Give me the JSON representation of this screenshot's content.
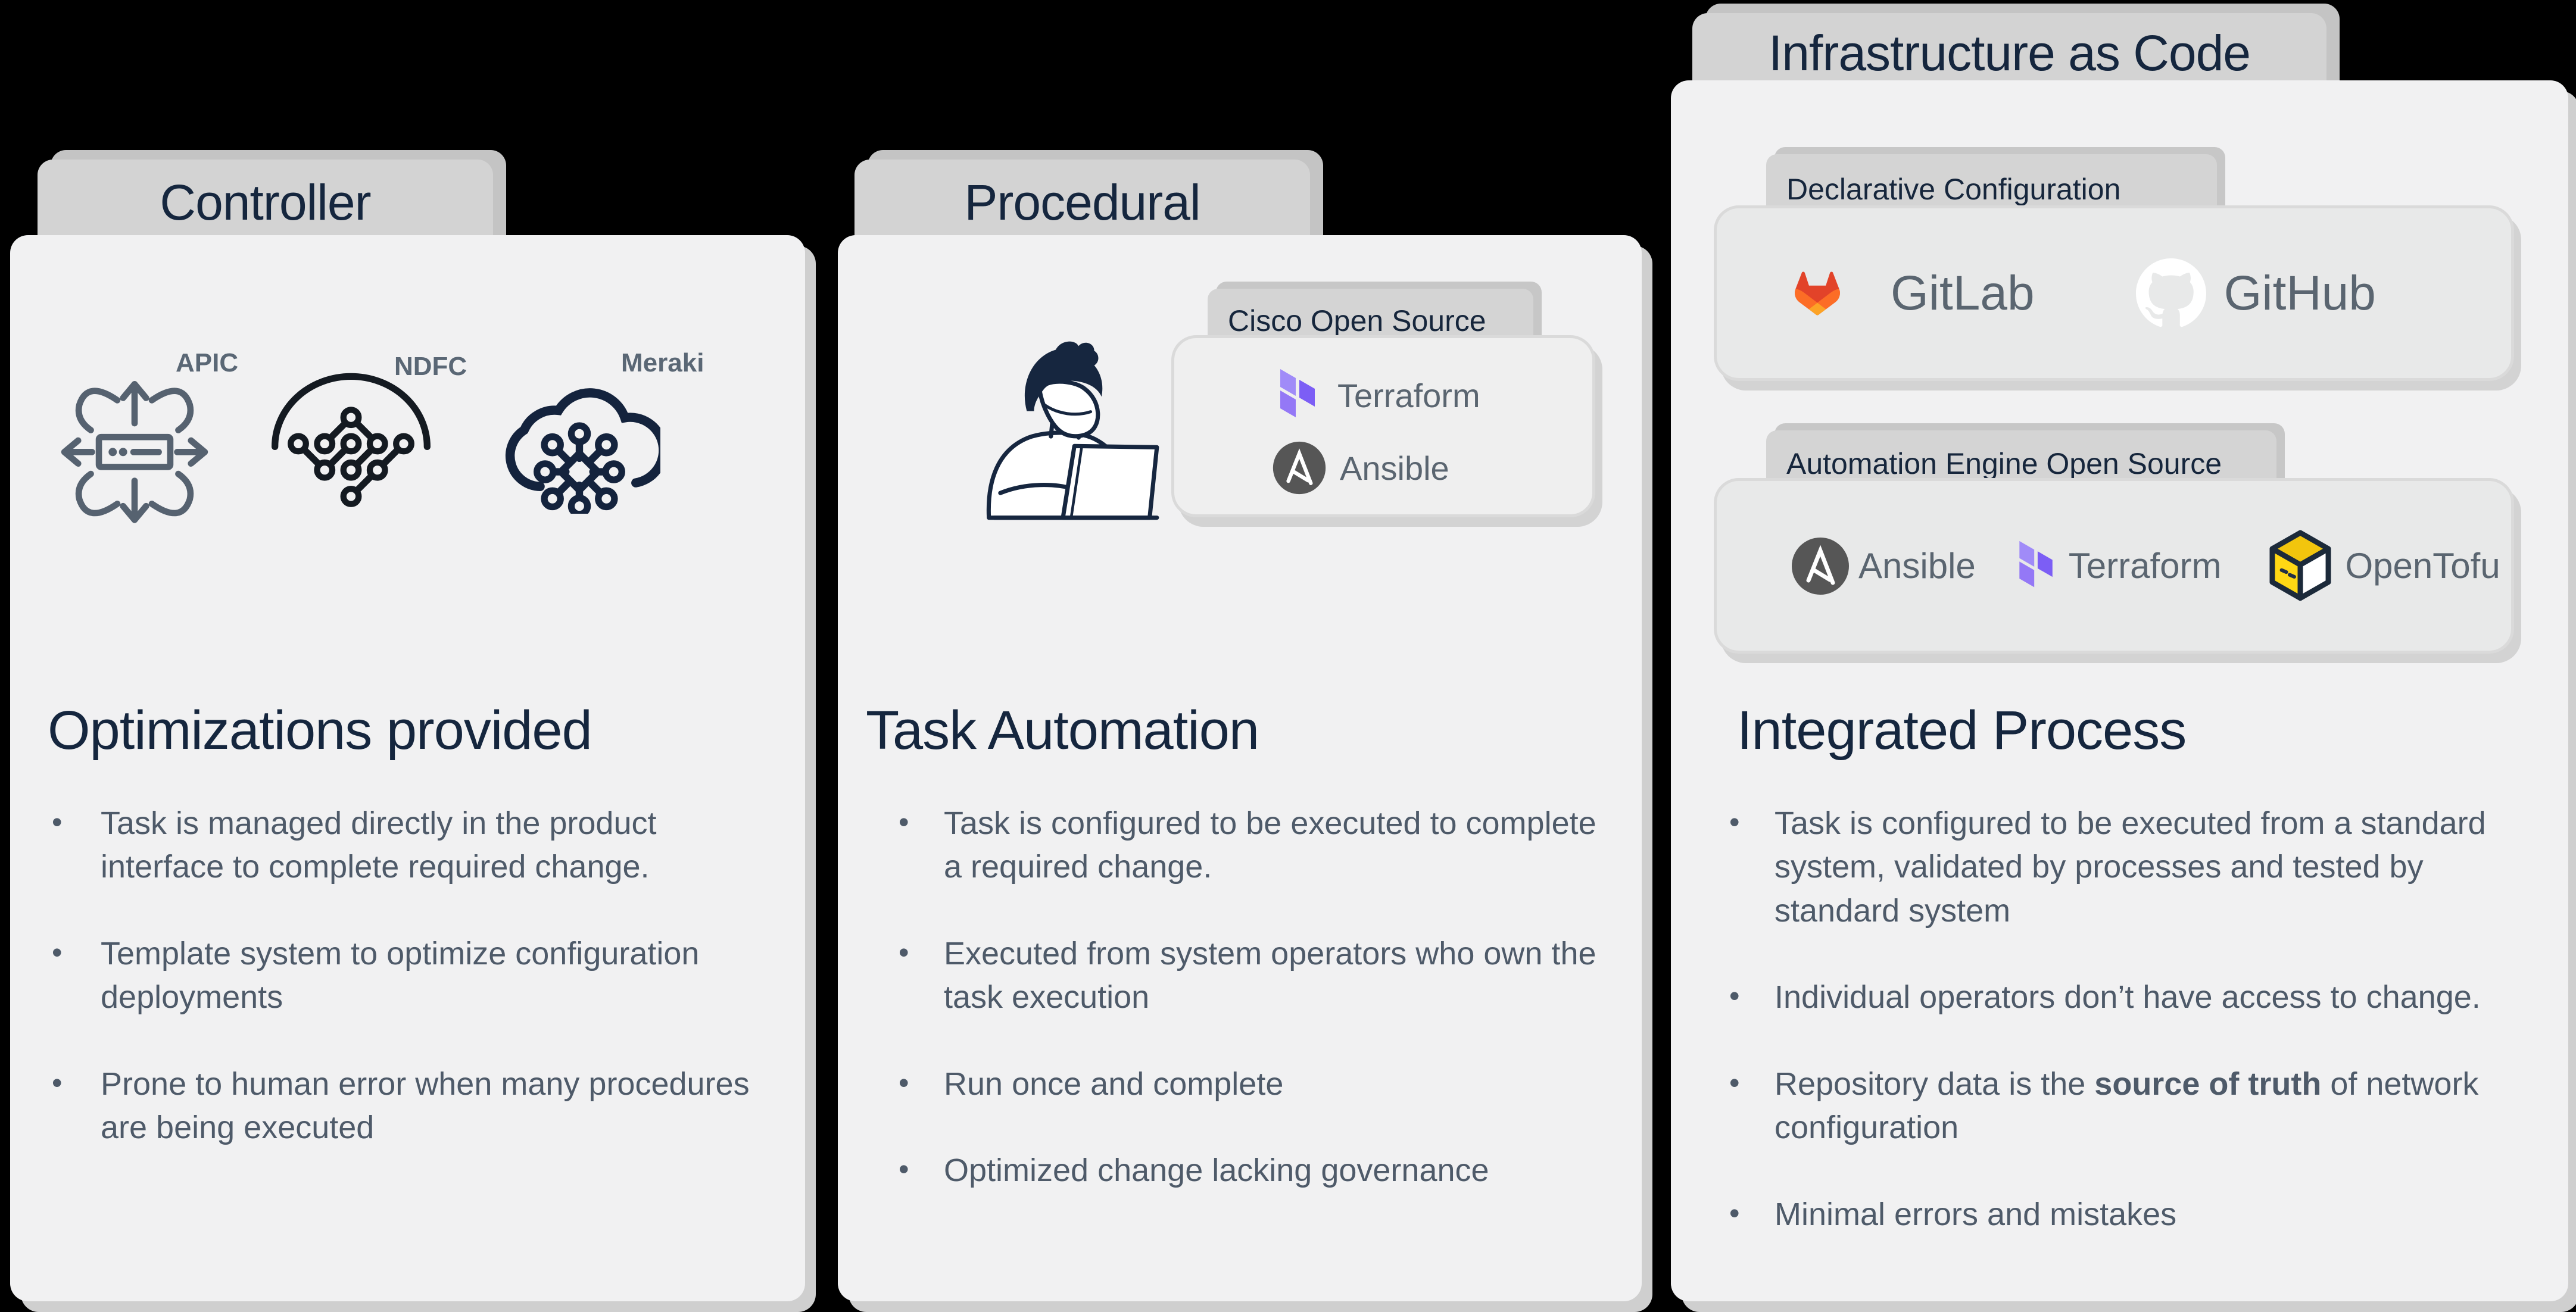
{
  "colors": {
    "background": "#000000",
    "tab_gray": "#d3d3d3",
    "panel_gray": "#f1f1f2",
    "heading_navy": "#15263e",
    "bullet_gray": "#4e5a69",
    "gitlab_red": "#e24329",
    "gitlab_orange": "#fc6d26",
    "gitlab_yellow": "#fca326",
    "terraform_purple_light": "#a08bf8",
    "terraform_purple_dark": "#7c5ef5",
    "ansible_gray": "#565656",
    "opentofu_yellow": "#ffd814"
  },
  "panels": [
    {
      "tab": "Controller",
      "heading": "Optimizations provided",
      "icons": [
        {
          "name": "apic",
          "label": "APIC"
        },
        {
          "name": "ndfc",
          "label": "NDFC"
        },
        {
          "name": "meraki",
          "label": "Meraki"
        }
      ],
      "bullets": [
        {
          "text": "Task is managed directly in the product interface to complete required change."
        },
        {
          "text": "Template system to optimize configuration deployments"
        },
        {
          "text": "Prone to human error when many procedures are being executed"
        }
      ]
    },
    {
      "tab": "Procedural",
      "heading": "Task Automation",
      "callout": {
        "tab": "Cisco Open Source",
        "tools": [
          {
            "name": "terraform",
            "label": "Terraform"
          },
          {
            "name": "ansible",
            "label": "Ansible"
          }
        ]
      },
      "bullets": [
        {
          "text": "Task is configured to be executed to complete a required change."
        },
        {
          "text": "Executed from system operators who own the task execution"
        },
        {
          "text": "Run once and complete"
        },
        {
          "text": "Optimized change lacking governance"
        }
      ]
    },
    {
      "tab": "Infrastructure as Code",
      "heading": "Integrated Process",
      "sections": [
        {
          "tab": "Declarative Configuration",
          "tools": [
            {
              "name": "gitlab",
              "label": "GitLab"
            },
            {
              "name": "github",
              "label": "GitHub"
            }
          ]
        },
        {
          "tab": "Automation Engine Open Source",
          "tools": [
            {
              "name": "ansible",
              "label": "Ansible"
            },
            {
              "name": "terraform",
              "label": "Terraform"
            },
            {
              "name": "opentofu",
              "label": "OpenTofu"
            }
          ]
        }
      ],
      "bullets": [
        {
          "text": "Task is configured to be executed from a standard system, validated by processes and tested by standard system"
        },
        {
          "text": "Individual operators don’t have access to change."
        },
        {
          "pre": "Repository data is the ",
          "bold": "source of truth",
          "post": " of network configuration"
        },
        {
          "text": "Minimal errors and mistakes"
        }
      ]
    }
  ]
}
